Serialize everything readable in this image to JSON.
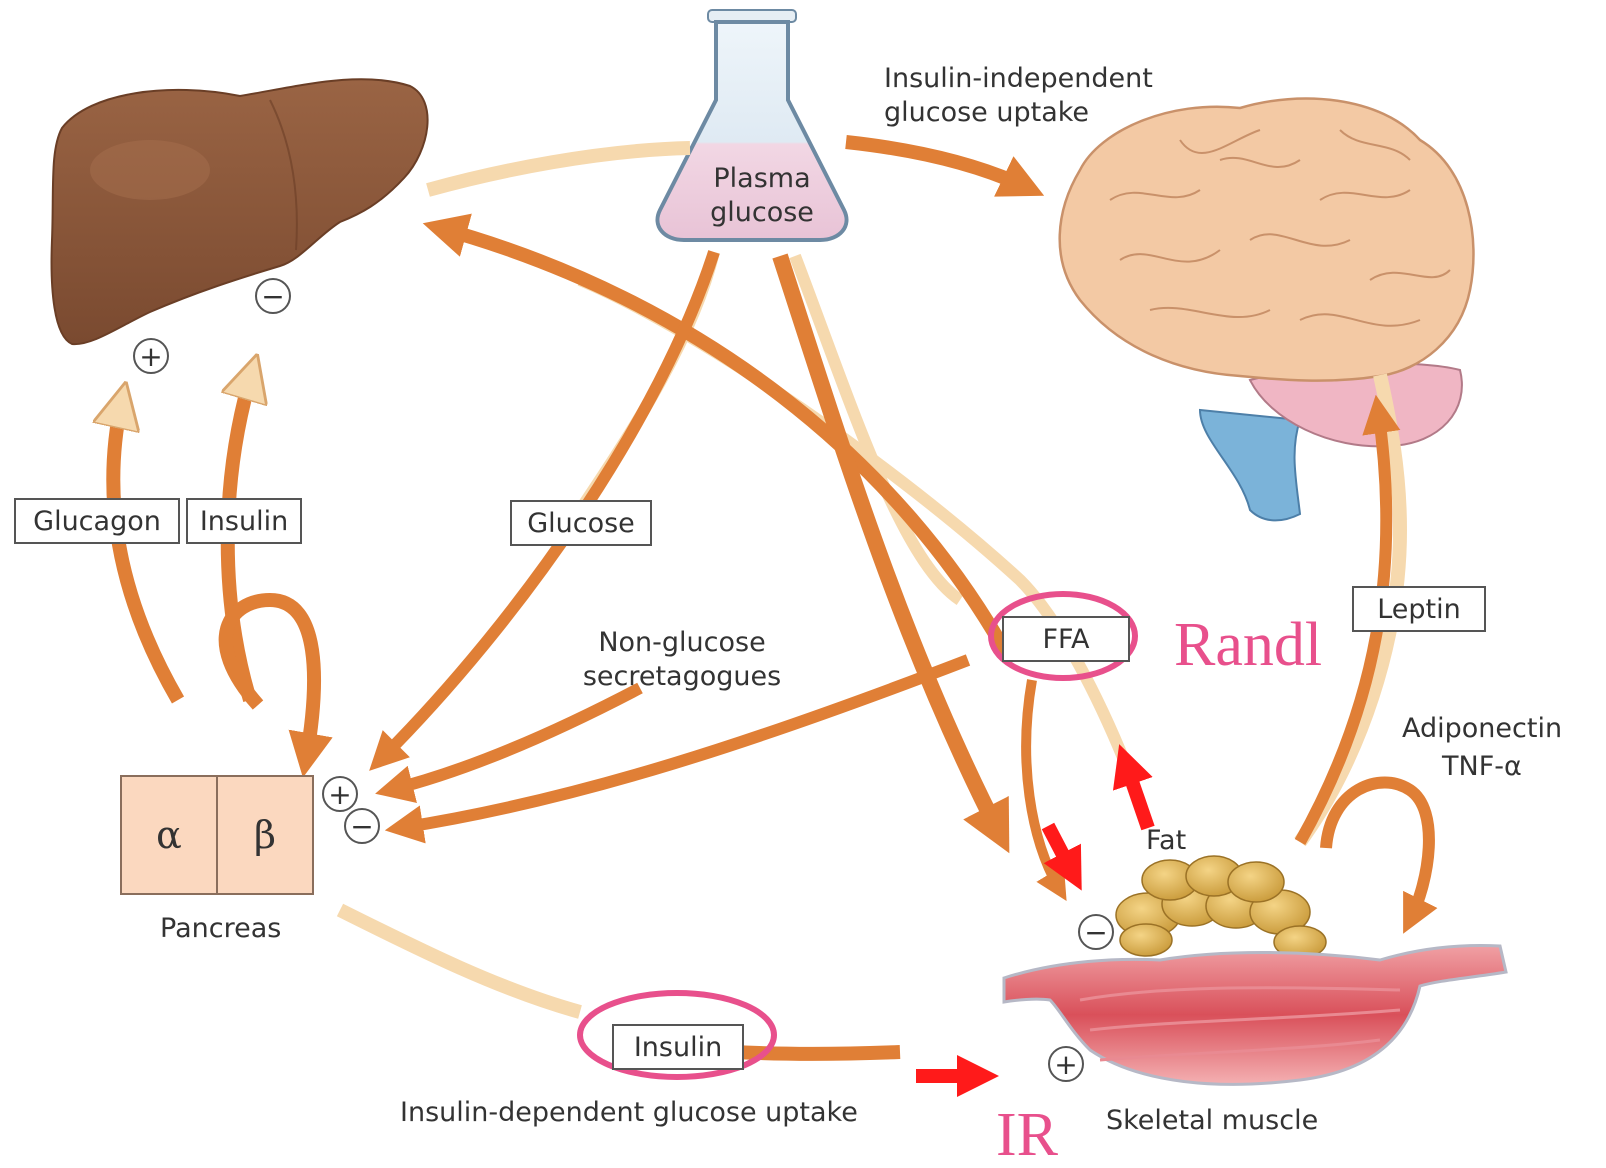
{
  "flask": {
    "label_line1": "Plasma",
    "label_line2": "glucose"
  },
  "top_right_text": {
    "line1": "Insulin-independent",
    "line2": "glucose uptake"
  },
  "boxes": {
    "glucagon": "Glucagon",
    "insulin_left": "Insulin",
    "glucose": "Glucose",
    "ffa": "FFA",
    "leptin": "Leptin",
    "insulin_bottom": "Insulin"
  },
  "text": {
    "non_glucose_line1": "Non-glucose",
    "non_glucose_line2": "secretagogues",
    "adiponectin": "Adiponectin",
    "tnf": "TNF-α",
    "fat": "Fat",
    "pancreas": "Pancreas",
    "insulin_dependent": "Insulin-dependent glucose uptake",
    "skeletal_muscle": "Skeletal muscle"
  },
  "pancreas_cells": {
    "alpha": "α",
    "beta": "β"
  },
  "signs": {
    "liver_plus": "+",
    "liver_minus": "−",
    "pancreas_plus": "+",
    "pancreas_minus": "−",
    "muscle_minus": "−",
    "muscle_plus": "+"
  },
  "annotations": {
    "randl": "Randl",
    "ir": "IR"
  },
  "colors": {
    "arrow_dark": "#e07f36",
    "arrow_light": "#f6d9ae",
    "liver": "#8d5a3c",
    "brain": "#f3c9a4",
    "highlight": "#e8508c",
    "red_arrow": "#ff1a1a"
  }
}
